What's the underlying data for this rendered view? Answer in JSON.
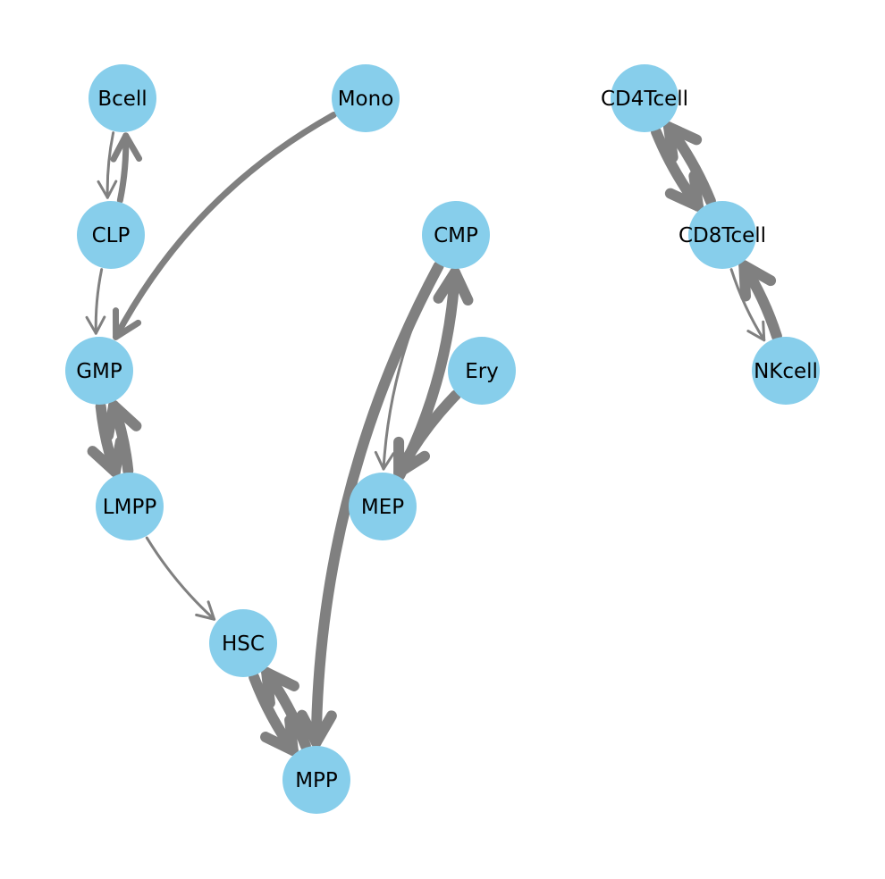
{
  "diagram": {
    "node_color": "#87CEEB",
    "edge_color": "#808080",
    "nodes": [
      {
        "id": "Bcell",
        "label": "Bcell"
      },
      {
        "id": "Mono",
        "label": "Mono"
      },
      {
        "id": "CD4Tcell",
        "label": "CD4Tcell"
      },
      {
        "id": "CLP",
        "label": "CLP"
      },
      {
        "id": "CMP",
        "label": "CMP"
      },
      {
        "id": "CD8Tcell",
        "label": "CD8Tcell"
      },
      {
        "id": "GMP",
        "label": "GMP"
      },
      {
        "id": "Ery",
        "label": "Ery"
      },
      {
        "id": "NKcell",
        "label": "NKcell"
      },
      {
        "id": "LMPP",
        "label": "LMPP"
      },
      {
        "id": "MEP",
        "label": "MEP"
      },
      {
        "id": "HSC",
        "label": "HSC"
      },
      {
        "id": "MPP",
        "label": "MPP"
      }
    ],
    "edges": [
      {
        "source": "Bcell",
        "target": "CLP",
        "weight": "thin"
      },
      {
        "source": "CLP",
        "target": "Bcell",
        "weight": "medium"
      },
      {
        "source": "CLP",
        "target": "GMP",
        "weight": "thin"
      },
      {
        "source": "Mono",
        "target": "GMP",
        "weight": "medium"
      },
      {
        "source": "GMP",
        "target": "LMPP",
        "weight": "thick"
      },
      {
        "source": "LMPP",
        "target": "GMP",
        "weight": "thick"
      },
      {
        "source": "LMPP",
        "target": "HSC",
        "weight": "thin"
      },
      {
        "source": "HSC",
        "target": "MPP",
        "weight": "thick"
      },
      {
        "source": "MPP",
        "target": "HSC",
        "weight": "thick"
      },
      {
        "source": "CMP",
        "target": "MPP",
        "weight": "thick"
      },
      {
        "source": "CMP",
        "target": "MEP",
        "weight": "thin"
      },
      {
        "source": "MEP",
        "target": "CMP",
        "weight": "thick"
      },
      {
        "source": "Ery",
        "target": "MEP",
        "weight": "thick"
      },
      {
        "source": "CD4Tcell",
        "target": "CD8Tcell",
        "weight": "thick"
      },
      {
        "source": "CD8Tcell",
        "target": "CD4Tcell",
        "weight": "thick"
      },
      {
        "source": "CD8Tcell",
        "target": "NKcell",
        "weight": "thin"
      },
      {
        "source": "NKcell",
        "target": "CD8Tcell",
        "weight": "thick"
      }
    ]
  }
}
